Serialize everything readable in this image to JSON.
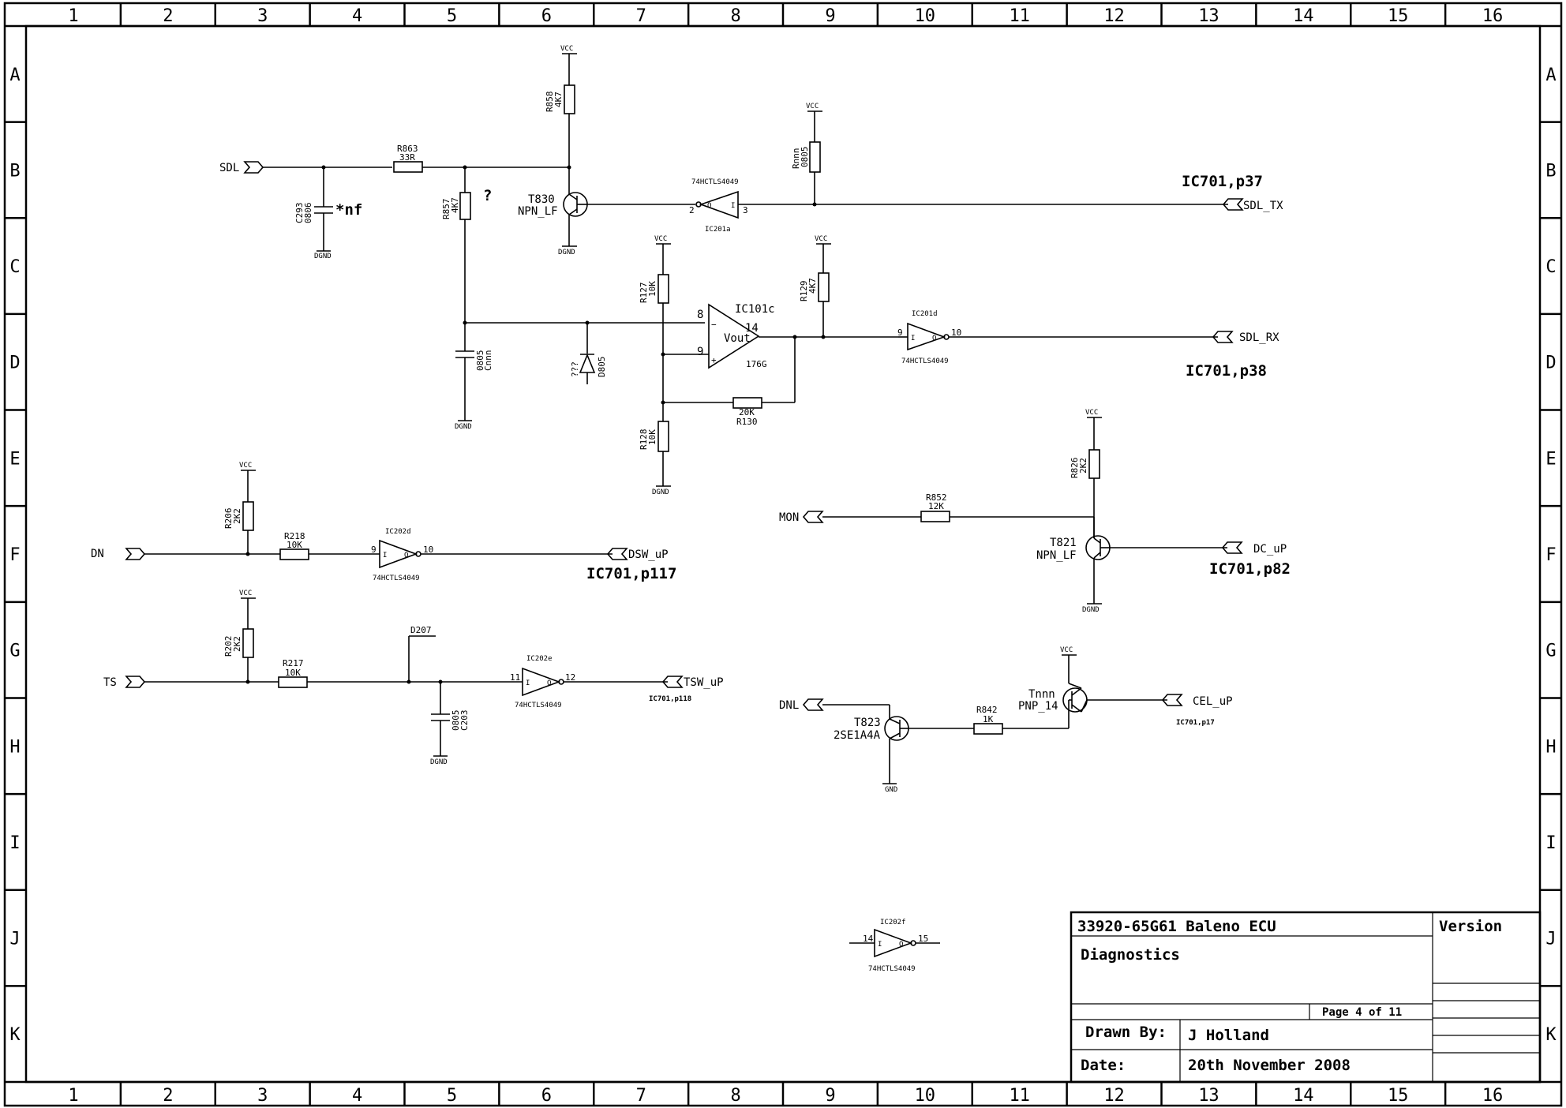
{
  "frame": {
    "columns": [
      "1",
      "2",
      "3",
      "4",
      "5",
      "6",
      "7",
      "8",
      "9",
      "10",
      "11",
      "12",
      "13",
      "14",
      "15",
      "16"
    ],
    "rows": [
      "A",
      "B",
      "C",
      "D",
      "E",
      "F",
      "G",
      "H",
      "I",
      "J",
      "K"
    ]
  },
  "power": {
    "vcc": "VCC",
    "dgnd": "DGND",
    "gnd": "GND"
  },
  "ports": {
    "sdl": "SDL",
    "sdl_tx": "SDL_TX",
    "sdl_rx": "SDL_RX",
    "dn": "DN",
    "dsw_up": "DSW_uP",
    "ts": "TS",
    "tsw_up": "TSW_uP",
    "mon": "MON",
    "dc_up": "DC_uP",
    "dnl": "DNL",
    "cel_up": "CEL_uP"
  },
  "notes": {
    "ic701_p37": "IC701,p37",
    "ic701_p38": "IC701,p38",
    "ic701_p117": "IC701,p117",
    "ic701_p82": "IC701,p82",
    "ic701_p118": "IC701,p118",
    "ic701_p17": "IC701,p17",
    "question": "?",
    "nf": "*nf"
  },
  "resistors": {
    "r858": {
      "ref": "R858",
      "val": "4K7"
    },
    "r863": {
      "ref": "R863",
      "val": "33R"
    },
    "r857": {
      "ref": "R857",
      "val": "4K7"
    },
    "rnnn": {
      "ref": "Rnnn",
      "val": "0805"
    },
    "r127": {
      "ref": "R127",
      "val": "10K"
    },
    "r129": {
      "ref": "R129",
      "val": "4K7"
    },
    "r128": {
      "ref": "R128",
      "val": "10K"
    },
    "r130": {
      "ref": "R130",
      "val": "20K"
    },
    "r826": {
      "ref": "R826",
      "val": "2K2"
    },
    "r852": {
      "ref": "R852",
      "val": "12K"
    },
    "r206": {
      "ref": "R206",
      "val": "2K2"
    },
    "r218": {
      "ref": "R218",
      "val": "10K"
    },
    "r202": {
      "ref": "R202",
      "val": "2K2"
    },
    "r217": {
      "ref": "R217",
      "val": "10K"
    },
    "r842": {
      "ref": "R842",
      "val": "1K"
    }
  },
  "capacitors": {
    "c293": {
      "ref": "C293",
      "val": "0806"
    },
    "cnnn": {
      "ref": "Cnnn",
      "val": "0805"
    },
    "c203": {
      "ref": "C203",
      "val": "0805"
    }
  },
  "diodes": {
    "d805": {
      "ref": "D805",
      "val": "???"
    },
    "d207": {
      "ref": "D207"
    }
  },
  "transistors": {
    "t830": {
      "ref": "T830",
      "type": "NPN_LF"
    },
    "t821": {
      "ref": "T821",
      "type": "NPN_LF"
    },
    "t823": {
      "ref": "T823",
      "type": "2SE1A4A"
    },
    "tnnn": {
      "ref": "Tnnn",
      "type": "PNP_14"
    }
  },
  "gates": {
    "ic201a": {
      "ref": "IC201a",
      "part": "74HCTLS4049",
      "pin_in": "2",
      "pin_out": "3"
    },
    "ic201d": {
      "ref": "IC201d",
      "part": "74HCTLS4049",
      "pin_in": "9",
      "pin_out": "10"
    },
    "ic202d": {
      "ref": "IC202d",
      "part": "74HCTLS4049",
      "pin_in": "9",
      "pin_out": "10"
    },
    "ic202e": {
      "ref": "IC202e",
      "part": "74HCTLS4049",
      "pin_in": "11",
      "pin_out": "12"
    },
    "ic202f": {
      "ref": "IC202f",
      "part": "74HCTLS4049",
      "pin_in": "14",
      "pin_out": "15"
    },
    "in_label": "I",
    "out_label": "O"
  },
  "opamp": {
    "ref": "IC101c",
    "out": "Vout",
    "part": "176G",
    "pin_neg": "8",
    "pin_pos": "9",
    "pin_out": "14",
    "minus": "−",
    "plus": "+"
  },
  "title_block": {
    "title": "33920-65G61 Baleno ECU",
    "subtitle": "Diagnostics",
    "version_label": "Version",
    "page": "Page 4 of 11",
    "drawn_by_label": "Drawn By:",
    "drawn_by": "J Holland",
    "date_label": "Date:",
    "date": "20th November 2008"
  }
}
